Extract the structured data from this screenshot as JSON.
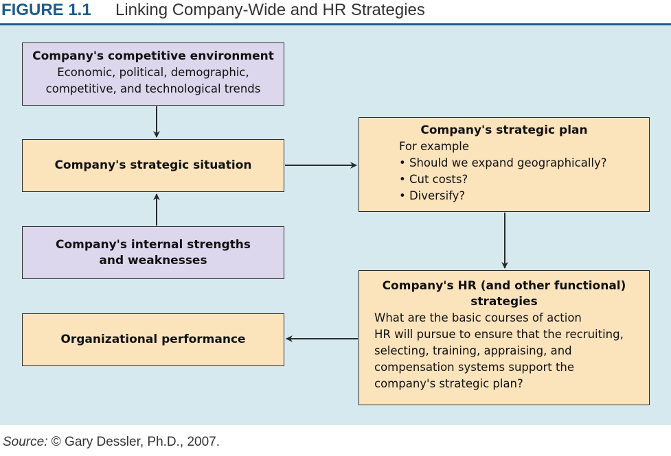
{
  "figure": {
    "label": "FIGURE 1.1",
    "title": "Linking Company-Wide and HR Strategies"
  },
  "boxes": {
    "competitive_environment": {
      "title": "Company's competitive environment",
      "lines": [
        "Economic, political, demographic,",
        "competitive, and technological trends"
      ]
    },
    "strategic_situation": {
      "title": "Company's strategic situation"
    },
    "internal_strengths": {
      "title_lines": [
        "Company's internal strengths",
        "and weaknesses"
      ]
    },
    "strategic_plan": {
      "title": "Company's strategic plan",
      "intro": "For example",
      "bullets": [
        "• Should we expand geographically?",
        "• Cut costs?",
        "• Diversify?"
      ]
    },
    "hr_strategies": {
      "title_lines": [
        "Company's HR (and other functional)",
        "strategies"
      ],
      "lines": [
        "What are the basic courses of action",
        "HR will pursue to ensure that the recruiting,",
        "selecting, training, appraising, and",
        "compensation systems support the",
        "company's strategic plan?"
      ]
    },
    "org_performance": {
      "title": "Organizational performance"
    }
  },
  "source": {
    "label": "Source:",
    "text": "© Gary Dessler, Ph.D., 2007."
  },
  "colors": {
    "header_blue": "#1d5c8a",
    "panel": "#d6e9ef",
    "purple_box": "#dcd7ec",
    "peach_box": "#fbe3bc"
  }
}
